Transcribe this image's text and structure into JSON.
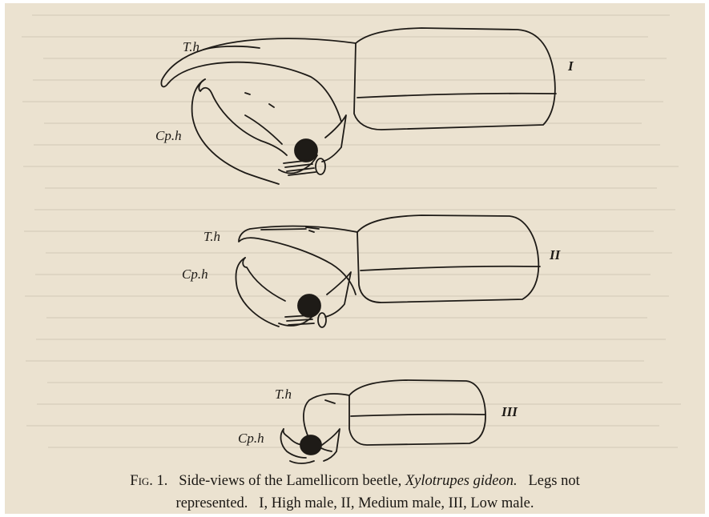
{
  "figure": {
    "labels": {
      "I": {
        "thoracic_horn": "T.h",
        "cephalic_horn": "Cp.h",
        "numeral": "I"
      },
      "II": {
        "thoracic_horn": "T.h",
        "cephalic_horn": "Cp.h",
        "numeral": "II"
      },
      "III": {
        "thoracic_horn": "T.h",
        "cephalic_horn": "Cp.h",
        "numeral": "III"
      }
    }
  },
  "caption": {
    "fig_label": "Fig. 1.",
    "text_before": "Side-views of the Lamellicorn beetle,",
    "species": "Xylotrupes gideon.",
    "text_after_line1": "Legs not",
    "line2": "represented.   I, High male, II, Medium male, III, Low male."
  }
}
